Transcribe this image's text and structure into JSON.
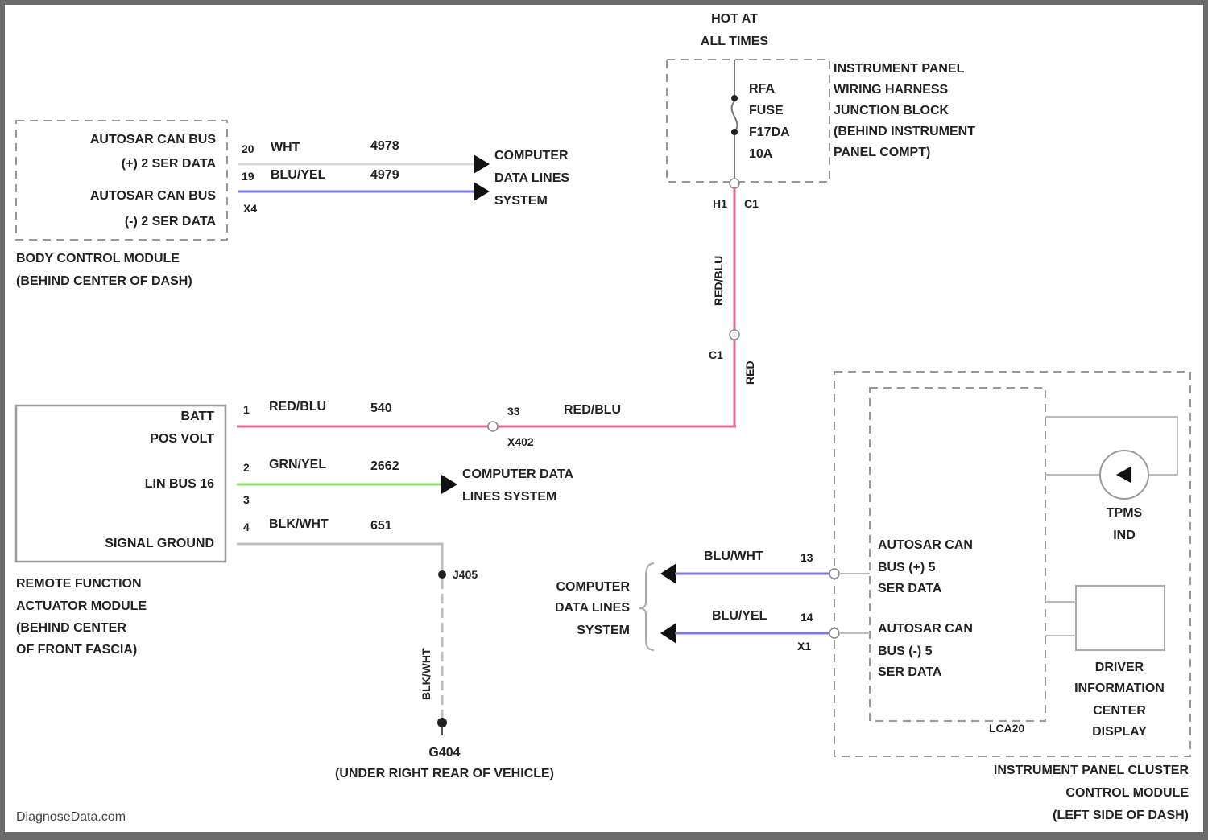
{
  "colors": {
    "sheet_bg": "#ffffff",
    "frame": "#6b6b6b",
    "wire_white": "#d9d9d9",
    "wire_blue": "#7b7bdc",
    "wire_red": "#e06b8f",
    "wire_green": "#8fe070",
    "wire_ground": "#bdbdbd",
    "arrow": "#111111"
  },
  "hot_at_all_times": [
    "HOT AT",
    "ALL TIMES"
  ],
  "fuse": {
    "lines": [
      "RFA",
      "FUSE",
      "F17DA",
      "10A"
    ]
  },
  "junction_block": {
    "lines": [
      "INSTRUMENT PANEL",
      "WIRING HARNESS",
      "JUNCTION BLOCK",
      "(BEHIND INSTRUMENT",
      "PANEL COMPT)"
    ]
  },
  "fuse_pins": {
    "left": "H1",
    "right": "C1"
  },
  "vertical_wire": {
    "upper": "RED/BLU",
    "connector_left": "C1",
    "lower": "RED"
  },
  "bcm": {
    "pins": [
      "AUTOSAR CAN BUS",
      "(+) 2 SER DATA",
      "AUTOSAR CAN BUS",
      "(-) 2 SER DATA"
    ],
    "name": [
      "BODY CONTROL MODULE",
      "(BEHIND CENTER OF DASH)"
    ],
    "wires": [
      {
        "pin": "20",
        "color": "WHT",
        "circuit": "4978"
      },
      {
        "pin": "19",
        "color": "BLU/YEL",
        "circuit": "4979"
      }
    ],
    "connector": "X4",
    "destination": [
      "COMPUTER",
      "DATA LINES",
      "SYSTEM"
    ]
  },
  "rfam": {
    "pins": [
      "BATT",
      "POS VOLT",
      "LIN BUS 16",
      "SIGNAL GROUND"
    ],
    "name": [
      "REMOTE FUNCTION",
      "ACTUATOR MODULE",
      "(BEHIND CENTER",
      "OF FRONT FASCIA)"
    ],
    "wires": [
      {
        "pin": "1",
        "color": "RED/BLU",
        "circuit": "540"
      },
      {
        "pin": "2",
        "color": "GRN/YEL",
        "circuit": "2662"
      },
      {
        "pin": "4",
        "color": "BLK/WHT",
        "circuit": "651"
      }
    ],
    "pin_3": "3",
    "inline": {
      "pin": "33",
      "connector": "X402",
      "color": "RED/BLU"
    },
    "lin_destination": [
      "COMPUTER DATA",
      "LINES SYSTEM"
    ]
  },
  "ground": {
    "splice": "J405",
    "wire_label": "BLK/WHT",
    "name": "G404",
    "location": "(UNDER RIGHT REAR OF VEHICLE)"
  },
  "ipc": {
    "left_wires": [
      {
        "color": "BLU/WHT",
        "pin": "13"
      },
      {
        "color": "BLU/YEL",
        "pin": "14"
      }
    ],
    "connector": "X1",
    "destination": [
      "COMPUTER",
      "DATA LINES",
      "SYSTEM"
    ],
    "can_hi": [
      "AUTOSAR CAN",
      "BUS (+) 5",
      "SER DATA"
    ],
    "can_lo": [
      "AUTOSAR CAN",
      "BUS (-) 5",
      "SER DATA"
    ],
    "tpms": [
      "TPMS",
      "IND"
    ],
    "dic": [
      "DRIVER",
      "INFORMATION",
      "CENTER",
      "DISPLAY"
    ],
    "inner_label": "LCA20",
    "name": [
      "INSTRUMENT PANEL CLUSTER",
      "CONTROL MODULE",
      "(LEFT SIDE OF DASH)"
    ]
  },
  "watermark": "DiagnoseData.com"
}
